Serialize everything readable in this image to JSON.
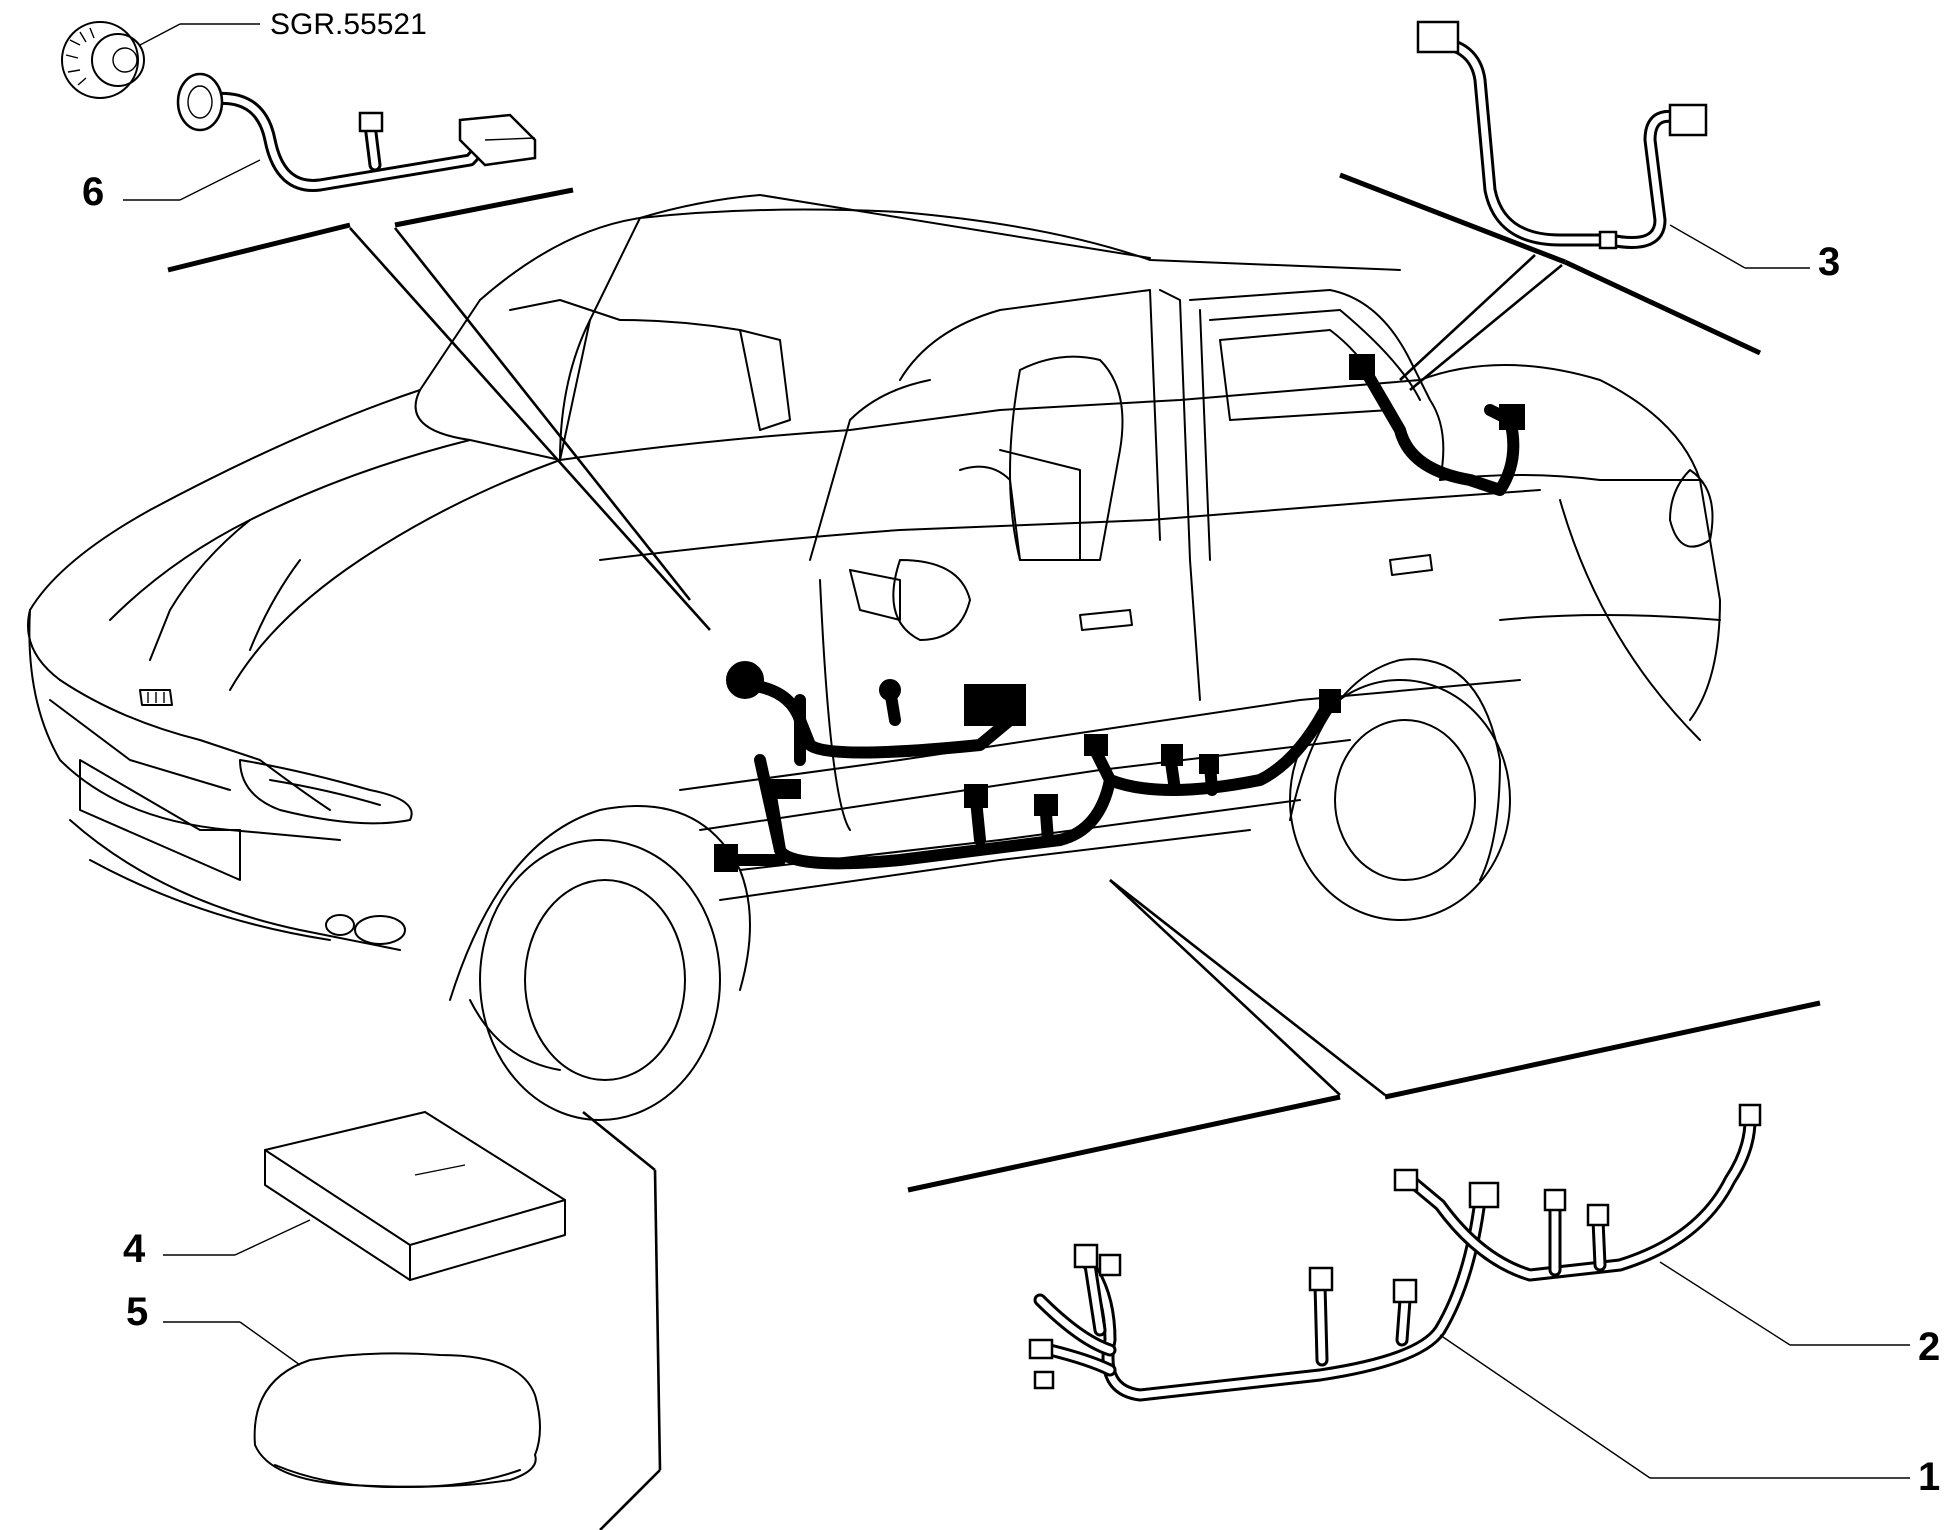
{
  "diagram": {
    "reference_code": "SGR.55521",
    "callouts": [
      {
        "id": "1",
        "text": "1"
      },
      {
        "id": "2",
        "text": "2"
      },
      {
        "id": "3",
        "text": "3"
      },
      {
        "id": "4",
        "text": "4"
      },
      {
        "id": "5",
        "text": "5"
      },
      {
        "id": "6",
        "text": "6"
      }
    ],
    "colors": {
      "line": "#000000",
      "background": "#ffffff"
    }
  }
}
